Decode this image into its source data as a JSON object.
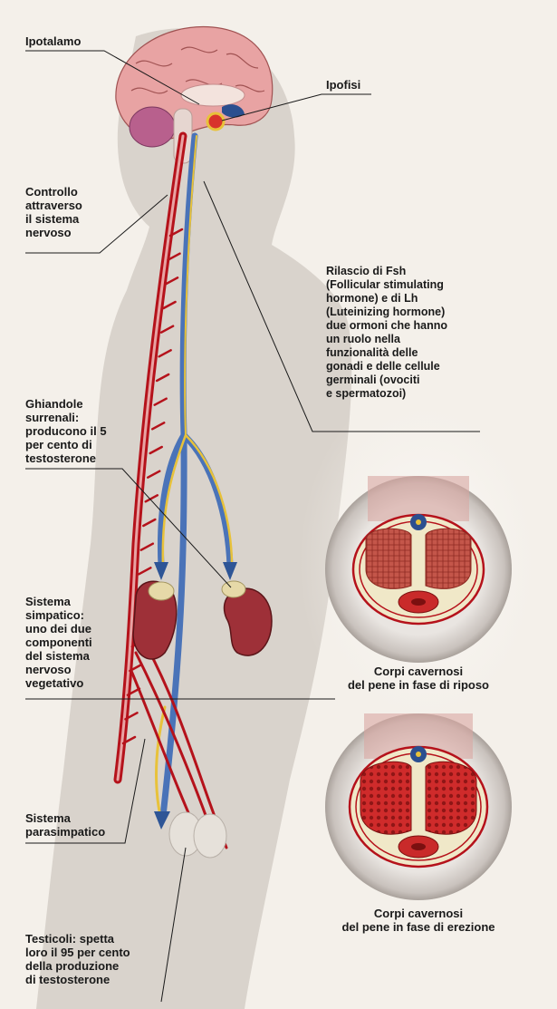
{
  "labels": {
    "ipotalamo": "Ipotalamo",
    "ipofisi": "Ipofisi",
    "controllo": "Controllo\nattraverso\nil sistema\nnervoso",
    "rilascio": "Rilascio di Fsh\n(Follicular stimulating\nhormone) e di Lh\n(Luteinizing hormone)\ndue ormoni che hanno\nun ruolo nella\nfunzionalità delle\ngonadi e delle cellule\ngerminali (ovociti\ne spermatozoi)",
    "ghiandole": "Ghiandole\nsurrenali:\nproducono il 5\nper cento di\ntestosterone",
    "simpatico": "Sistema\nsimpatico:\nuno dei due\ncomponenti\ndel sistema\nnervoso\nvegetativo",
    "parasimpatico": "Sistema\nparasimpatico",
    "testicoli": "Testicoli: spetta\nloro il 95 per cento\ndella produzione\ndi testosterone",
    "riposo": "Corpi cavernosi\ndel pene in fase di riposo",
    "erezione": "Corpi cavernosi\ndel pene in fase di erezione"
  },
  "colors": {
    "nerve_red": "#b5121b",
    "hormone_blue": "#4a73b8",
    "hormone_yellow": "#e8c23a",
    "kidney": "#9e3038",
    "adrenal": "#e6d9a8",
    "skin": "#cfc9c1",
    "brain": "#e8a3a3",
    "tissue_rest": "#b8483d",
    "tissue_erect": "#c92a2a"
  }
}
